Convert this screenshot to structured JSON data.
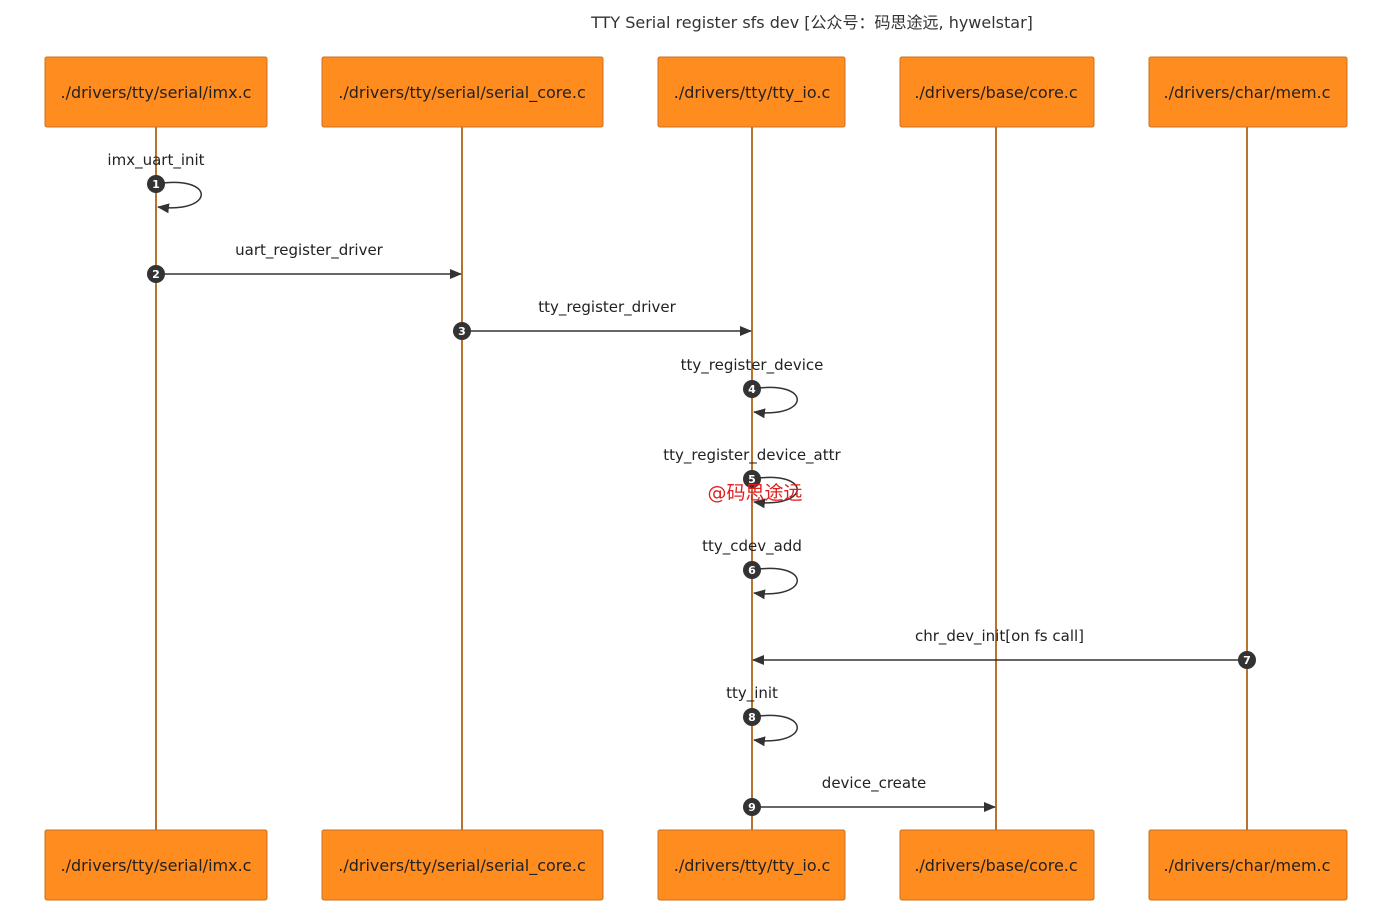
{
  "title": "TTY Serial register sfs dev [公众号：码思途远, hywelstar]",
  "colors": {
    "actor_fill": "#ff8c1f",
    "actor_stroke": "#c87020",
    "lifeline": "#b8732e",
    "arrow": "#333333",
    "number_badge": "#333333",
    "watermark": "#e02020"
  },
  "actors": [
    {
      "id": "imx",
      "label": "./drivers/tty/serial/imx.c"
    },
    {
      "id": "serial_core",
      "label": "./drivers/tty/serial/serial_core.c"
    },
    {
      "id": "tty_io",
      "label": "./drivers/tty/tty_io.c"
    },
    {
      "id": "base_core",
      "label": "./drivers/base/core.c"
    },
    {
      "id": "mem",
      "label": "./drivers/char/mem.c"
    }
  ],
  "messages": [
    {
      "number": "1",
      "from": "imx",
      "to": "imx",
      "label": "imx_uart_init"
    },
    {
      "number": "2",
      "from": "imx",
      "to": "serial_core",
      "label": "uart_register_driver"
    },
    {
      "number": "3",
      "from": "serial_core",
      "to": "tty_io",
      "label": "tty_register_driver"
    },
    {
      "number": "4",
      "from": "tty_io",
      "to": "tty_io",
      "label": "tty_register_device"
    },
    {
      "number": "5",
      "from": "tty_io",
      "to": "tty_io",
      "label": "tty_register_device_attr"
    },
    {
      "number": "6",
      "from": "tty_io",
      "to": "tty_io",
      "label": "tty_cdev_add"
    },
    {
      "number": "7",
      "from": "mem",
      "to": "tty_io",
      "label": "chr_dev_init[on fs call]"
    },
    {
      "number": "8",
      "from": "tty_io",
      "to": "tty_io",
      "label": "tty_init"
    },
    {
      "number": "9",
      "from": "tty_io",
      "to": "base_core",
      "label": "device_create"
    }
  ],
  "watermark": "@码思途远"
}
